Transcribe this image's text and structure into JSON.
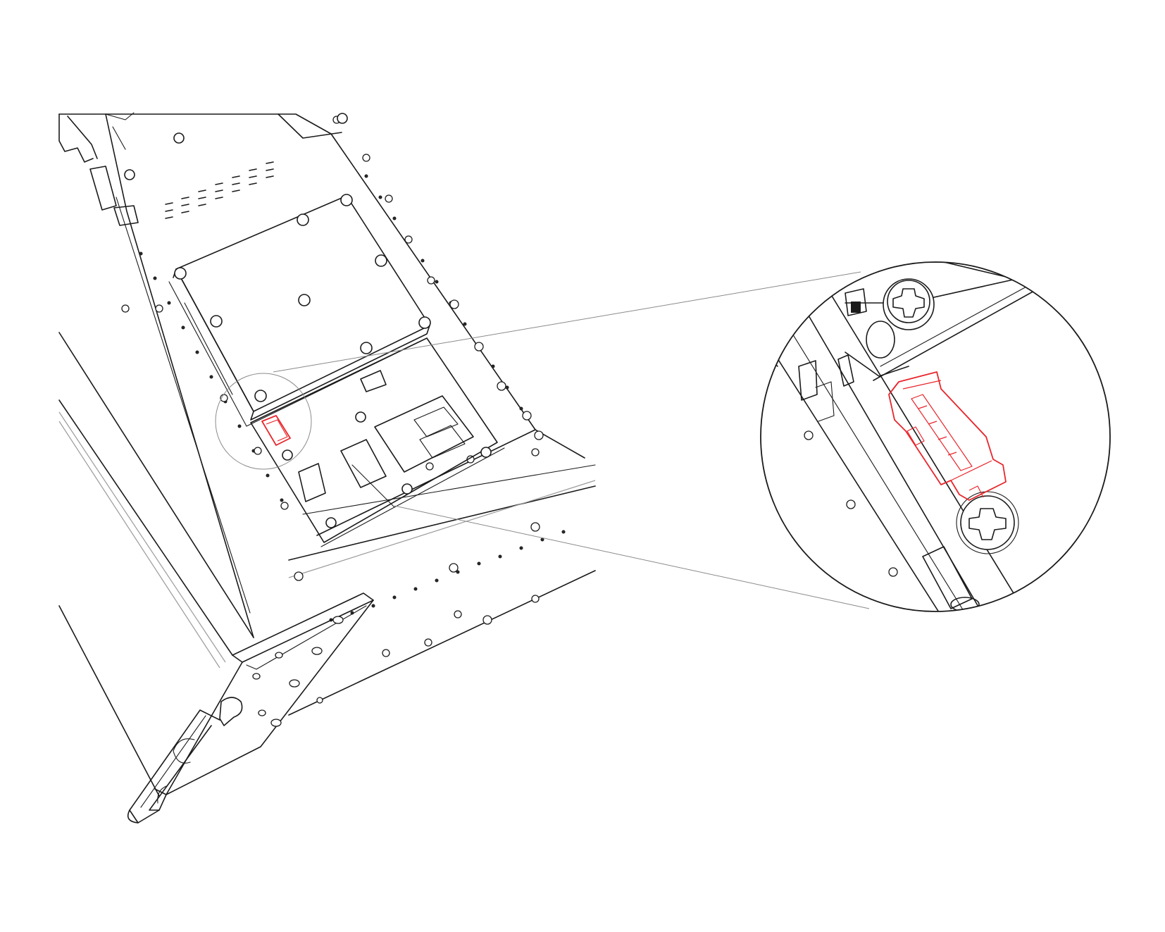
{
  "figure": {
    "kind": "exploded-assembly-callout",
    "colors": {
      "line": "#1a1a1a",
      "highlight": "#e8262c",
      "callout": "#8a8a8a",
      "background": "#ffffff"
    },
    "highlighted_part": "connector",
    "parts": {
      "chassis": "chassis",
      "front_panel": "front-panel-bracket",
      "handle": "handle",
      "upper_board": "mezzanine-board",
      "lower_board": "carrier-board",
      "connector": "connector-highlighted",
      "zoom": "zoom-detail-circle"
    }
  }
}
